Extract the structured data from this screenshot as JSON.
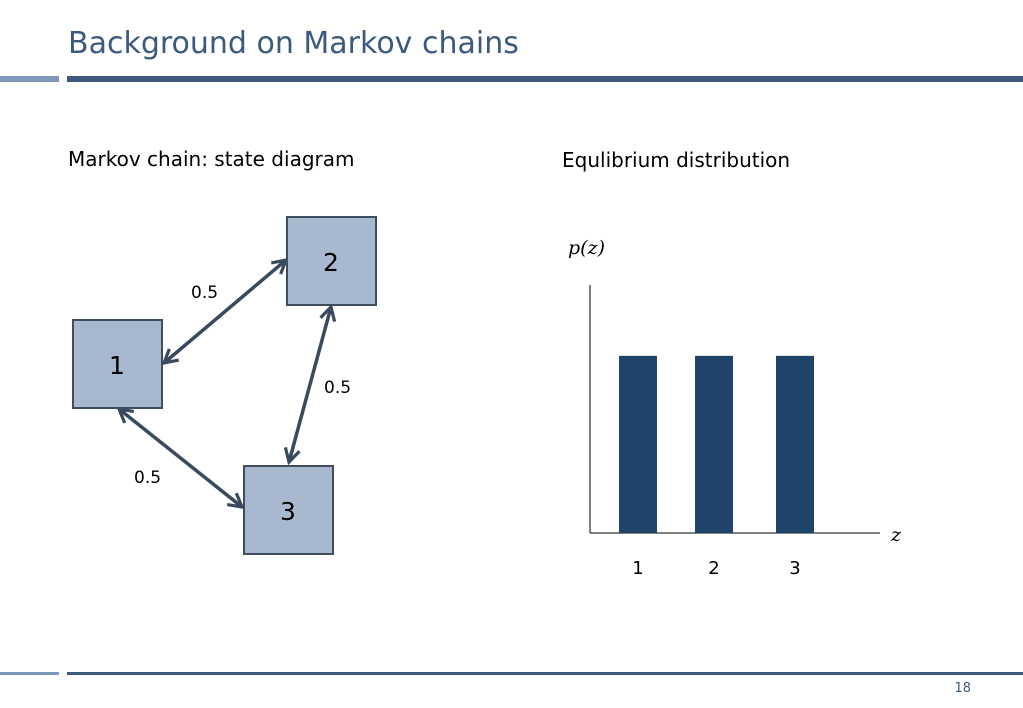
{
  "slide": {
    "title": "Background on Markov chains",
    "page_number": "18"
  },
  "left_panel": {
    "heading": "Markov chain: state diagram",
    "states": [
      {
        "label": "1"
      },
      {
        "label": "2"
      },
      {
        "label": "3"
      }
    ],
    "transitions": [
      {
        "from": "1",
        "to": "2",
        "label": "0.5",
        "bidirectional": true
      },
      {
        "from": "2",
        "to": "3",
        "label": "0.5",
        "bidirectional": true
      },
      {
        "from": "1",
        "to": "3",
        "label": "0.5",
        "bidirectional": true
      }
    ]
  },
  "right_panel": {
    "heading": "Equlibrium distribution"
  },
  "chart_data": {
    "type": "bar",
    "categories": [
      "1",
      "2",
      "3"
    ],
    "values": [
      1,
      1,
      1
    ],
    "ylabel": "p(z)",
    "xlabel": "z",
    "ylim": [
      0,
      1.4
    ],
    "grid": false,
    "color": "#1f446a"
  },
  "colors": {
    "title": "#3c5a7f",
    "rule_dark": "#3e5a7c",
    "rule_light": "#7f98b9",
    "state_fill": "#a8b8cf",
    "arrow": "#3a4a5e",
    "bar": "#1f446a"
  }
}
